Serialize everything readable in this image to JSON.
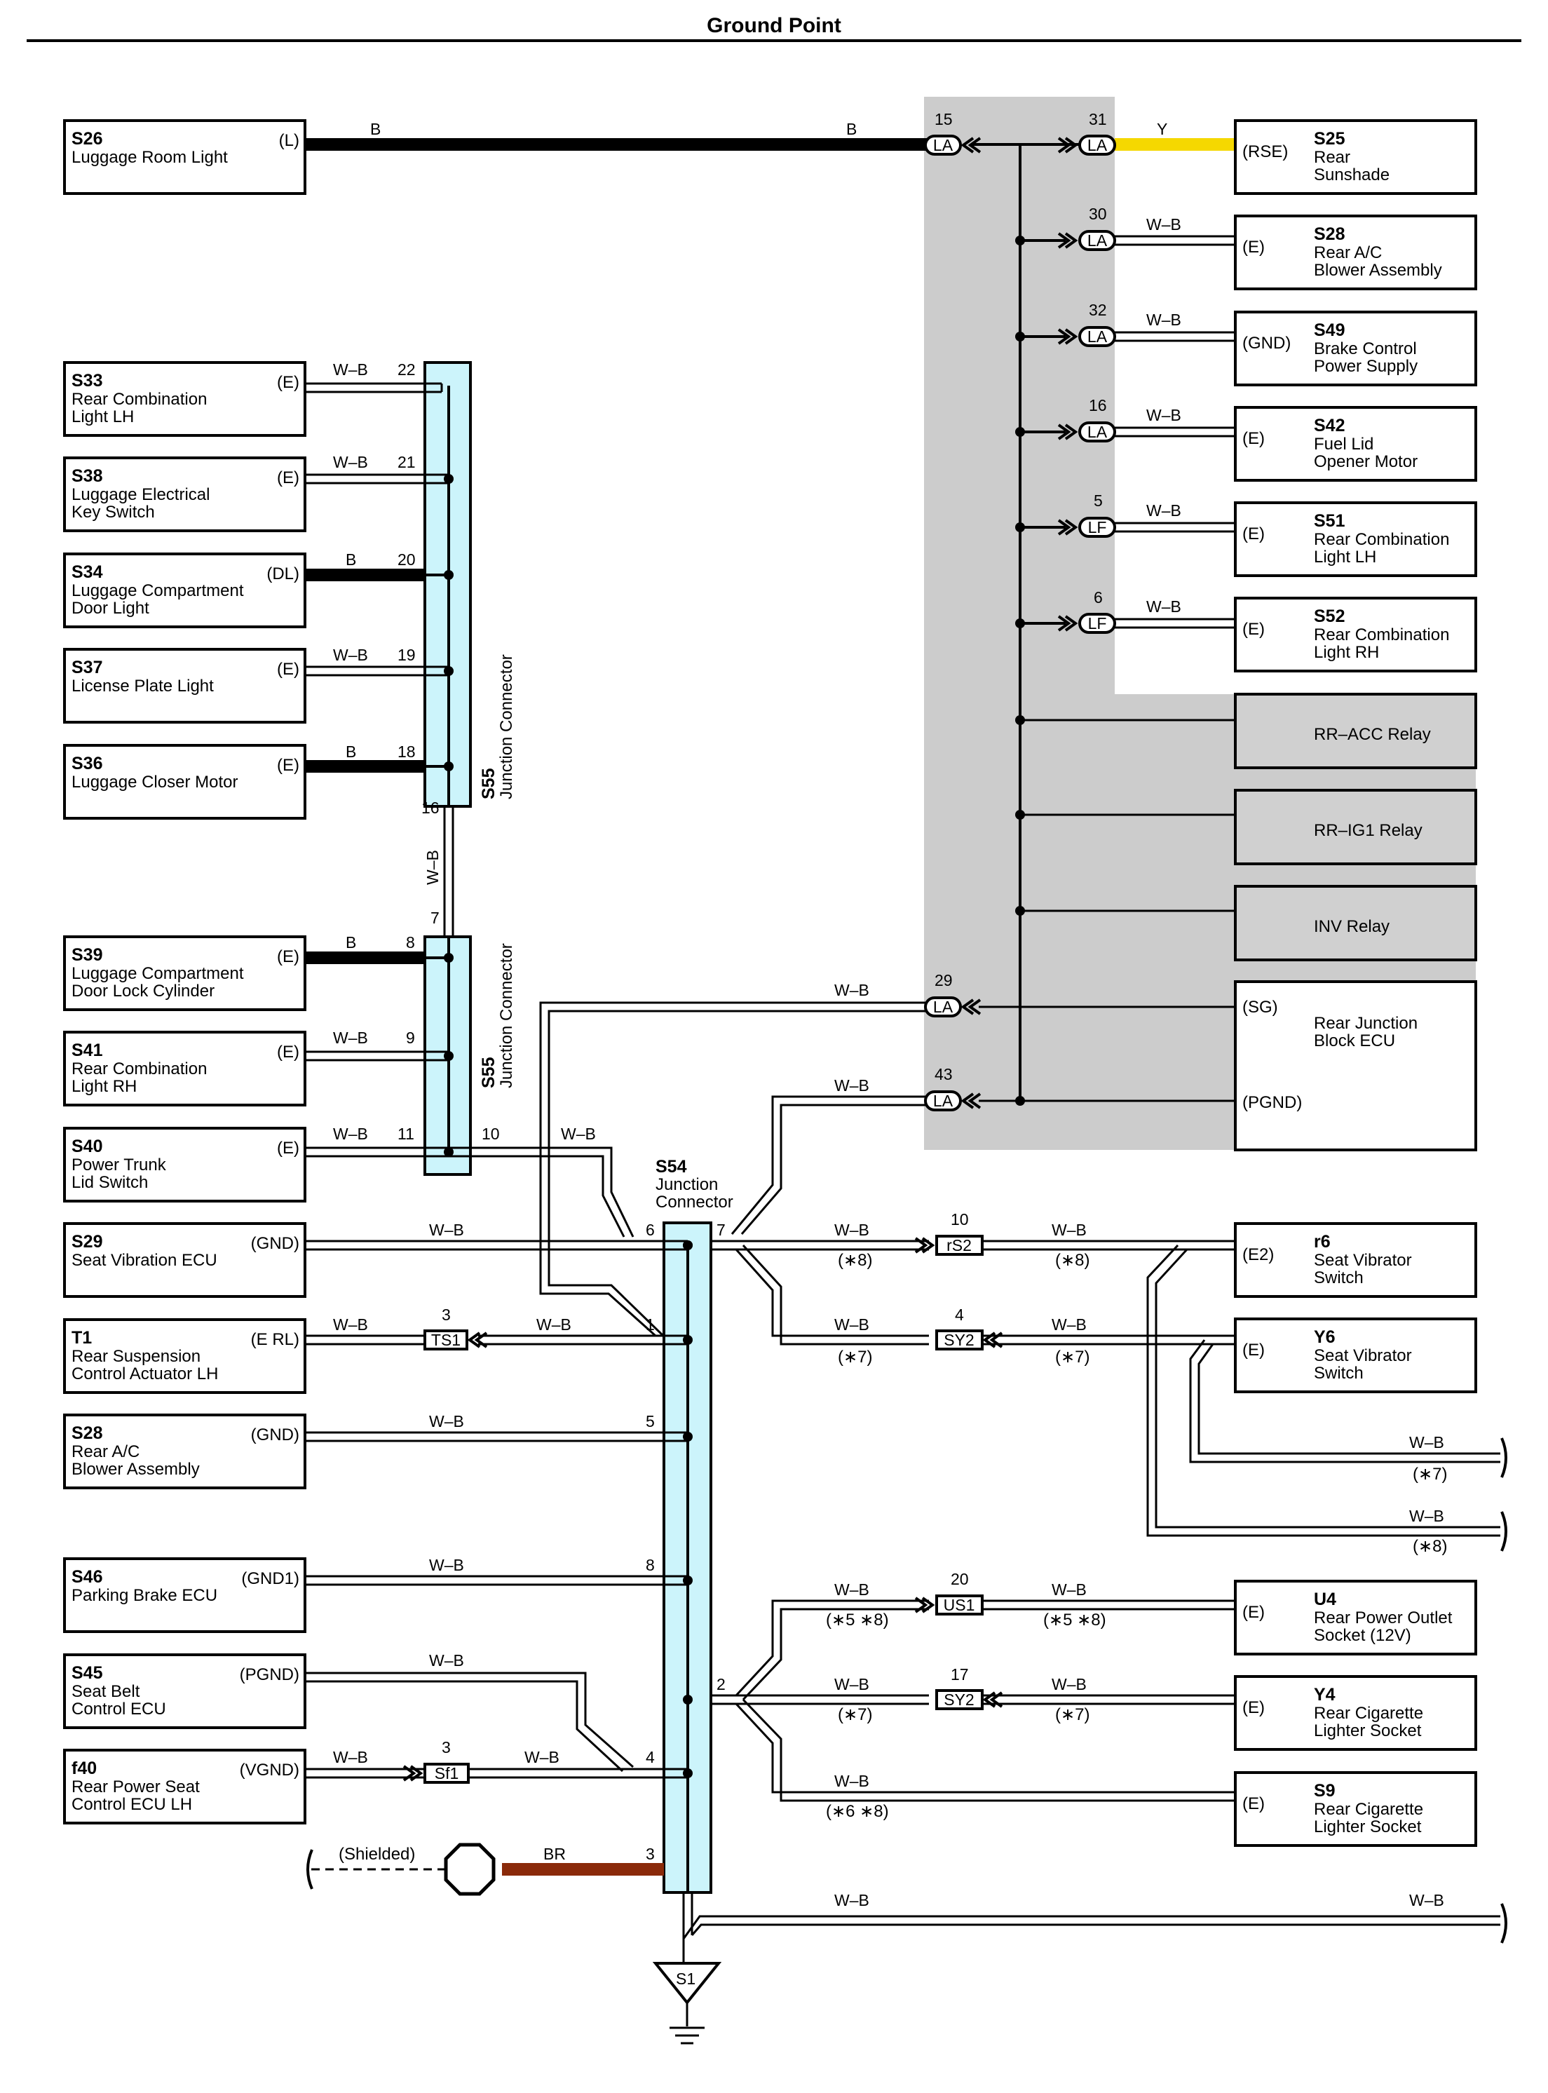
{
  "title": "Ground Point",
  "colors": {
    "shade": "#cccccc",
    "connector_fill": "#ccf4fb",
    "wire_black": "#000000",
    "wire_yellow": "#f5d800",
    "wire_brown": "#8a2a0a",
    "relay_fill": "#d0d0d0"
  },
  "left_components": [
    {
      "id": "c-s26",
      "code": "S26",
      "name1": "Luggage Room Light",
      "name2": "",
      "name3": "",
      "pin": "(L)"
    },
    {
      "id": "c-s33",
      "code": "S33",
      "name1": "Rear Combination",
      "name2": "Light LH",
      "name3": "",
      "pin": "(E)"
    },
    {
      "id": "c-s38",
      "code": "S38",
      "name1": "Luggage Electrical",
      "name2": "Key Switch",
      "name3": "",
      "pin": "(E)"
    },
    {
      "id": "c-s34",
      "code": "S34",
      "name1": "Luggage Compartment",
      "name2": "Door Light",
      "name3": "",
      "pin": "(DL)"
    },
    {
      "id": "c-s37",
      "code": "S37",
      "name1": "License Plate Light",
      "name2": "",
      "name3": "",
      "pin": "(E)"
    },
    {
      "id": "c-s36",
      "code": "S36",
      "name1": "Luggage Closer Motor",
      "name2": "",
      "name3": "",
      "pin": "(E)"
    },
    {
      "id": "c-s39",
      "code": "S39",
      "name1": "Luggage Compartment",
      "name2": "Door Lock Cylinder",
      "name3": "",
      "pin": "(E)"
    },
    {
      "id": "c-s41",
      "code": "S41",
      "name1": "Rear Combination",
      "name2": "Light RH",
      "name3": "",
      "pin": "(E)"
    },
    {
      "id": "c-s40",
      "code": "S40",
      "name1": "Power Trunk",
      "name2": "Lid Switch",
      "name3": "",
      "pin": "(E)"
    },
    {
      "id": "c-s29",
      "code": "S29",
      "name1": "Seat Vibration ECU",
      "name2": "",
      "name3": "",
      "pin": "(GND)"
    },
    {
      "id": "c-t1",
      "code": "T1",
      "name1": "Rear Suspension",
      "name2": "Control Actuator LH",
      "name3": "",
      "pin": "(E RL)"
    },
    {
      "id": "c-s28l",
      "code": "S28",
      "name1": "Rear A/C",
      "name2": "Blower Assembly",
      "name3": "",
      "pin": "(GND)"
    },
    {
      "id": "c-s46",
      "code": "S46",
      "name1": "Parking Brake ECU",
      "name2": "",
      "name3": "",
      "pin": "(GND1)"
    },
    {
      "id": "c-s45",
      "code": "S45",
      "name1": "Seat Belt",
      "name2": "Control ECU",
      "name3": "",
      "pin": "(PGND)"
    },
    {
      "id": "c-f40",
      "code": "f40",
      "name1": "Rear Power Seat",
      "name2": "Control ECU LH",
      "name3": "",
      "pin": "(VGND)"
    }
  ],
  "right_components": [
    {
      "id": "c-s25",
      "code": "S25",
      "name1": "Rear",
      "name2": "Sunshade",
      "name3": "",
      "pin": "(RSE)"
    },
    {
      "id": "c-s28r",
      "code": "S28",
      "name1": "Rear A/C",
      "name2": "Blower Assembly",
      "name3": "",
      "pin": "(E)"
    },
    {
      "id": "c-s49",
      "code": "S49",
      "name1": "Brake Control",
      "name2": "Power Supply",
      "name3": "",
      "pin": "(GND)"
    },
    {
      "id": "c-s42",
      "code": "S42",
      "name1": "Fuel Lid",
      "name2": "Opener Motor",
      "name3": "",
      "pin": "(E)"
    },
    {
      "id": "c-s51",
      "code": "S51",
      "name1": "Rear Combination",
      "name2": "Light LH",
      "name3": "",
      "pin": "(E)"
    },
    {
      "id": "c-s52",
      "code": "S52",
      "name1": "Rear Combination",
      "name2": "Light RH",
      "name3": "",
      "pin": "(E)"
    },
    {
      "id": "c-r6",
      "code": "r6",
      "name1": "Seat Vibrator",
      "name2": "Switch",
      "name3": "",
      "pin": "(E2)"
    },
    {
      "id": "c-y6",
      "code": "Y6",
      "name1": "Seat Vibrator",
      "name2": "Switch",
      "name3": "",
      "pin": "(E)"
    },
    {
      "id": "c-u4",
      "code": "U4",
      "name1": "Rear Power Outlet",
      "name2": "Socket (12V)",
      "name3": "",
      "pin": "(E)"
    },
    {
      "id": "c-y4",
      "code": "Y4",
      "name1": "Rear Cigarette",
      "name2": "Lighter Socket",
      "name3": "",
      "pin": "(E)"
    },
    {
      "id": "c-s9",
      "code": "S9",
      "name1": "Rear Cigarette",
      "name2": "Lighter Socket",
      "name3": "",
      "pin": "(E)"
    }
  ],
  "relays": [
    {
      "id": "r-acc",
      "label": "RR–ACC Relay"
    },
    {
      "id": "r-ig1",
      "label": "RR–IG1 Relay"
    },
    {
      "id": "r-inv",
      "label": "INV Relay"
    }
  ],
  "rjb": {
    "name1": "Rear Junction",
    "name2": "Block ECU",
    "pin1": "(SG)",
    "pin2": "(PGND)"
  },
  "junctions": {
    "s55_code": "S55",
    "s55_name": "Junction Connector",
    "s54_code": "S54",
    "s54_name1": "Junction",
    "s54_name2": "Connector",
    "ground_code": "S1",
    "shielded": "(Shielded)"
  },
  "wire_colors": {
    "B": "B",
    "Y": "Y",
    "WB": "W–B",
    "BR": "BR"
  },
  "connectors": {
    "LA": "LA",
    "LF": "LF",
    "rS2": "rS2",
    "SY2": "SY2",
    "TS1": "TS1",
    "US1": "US1",
    "Sf1": "Sf1"
  },
  "pins": {
    "la15": "15",
    "la31": "31",
    "la30": "30",
    "la32": "32",
    "la16": "16",
    "lf5": "5",
    "lf6": "6",
    "la29": "29",
    "la43": "43",
    "s55_22": "22",
    "s55_21": "21",
    "s55_20": "20",
    "s55_19": "19",
    "s55_18": "18",
    "s55_16": "16",
    "s55_7": "7",
    "s55_8": "8",
    "s55_9": "9",
    "s55_11": "11",
    "s55_10": "10",
    "s54_6": "6",
    "s54_7": "7",
    "s54_1": "1",
    "s54_5": "5",
    "s54_8": "8",
    "s54_2": "2",
    "s54_4": "4",
    "s54_3": "3",
    "rs2_10": "10",
    "sy2_4": "4",
    "ts1_3": "3",
    "us1_20": "20",
    "sy2_17": "17",
    "sf1_3": "3"
  },
  "notes": {
    "n8": "(∗8)",
    "n7": "(∗7)",
    "n58": "(∗5 ∗8)",
    "n68": "(∗6 ∗8)"
  }
}
